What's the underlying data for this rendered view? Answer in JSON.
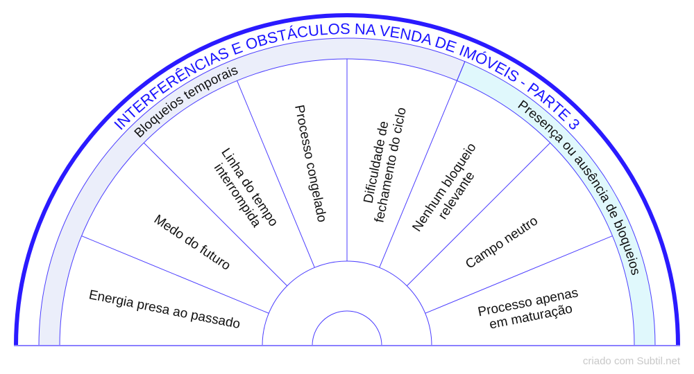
{
  "title": "INTERFERÊNCIAS E OBSTÁCULOS NA VENDA DE IMÓVEIS - PARTE 3",
  "groups": [
    {
      "label": "Bloqueios temporais",
      "color": "#ebeefa"
    },
    {
      "label": "Presença ou ausência de bloqueios",
      "color": "#e0f8fc"
    }
  ],
  "sectors": [
    {
      "lines": [
        "Energia presa ao passado"
      ]
    },
    {
      "lines": [
        "Medo do futuro"
      ]
    },
    {
      "lines": [
        "Linha do tempo",
        "interrompida"
      ]
    },
    {
      "lines": [
        "Processo congelado"
      ]
    },
    {
      "lines": [
        "Dificuldade de",
        "fechamento do ciclo"
      ]
    },
    {
      "lines": [
        "Nenhum bloqueio",
        "relevante"
      ]
    },
    {
      "lines": [
        "Campo neutro"
      ]
    },
    {
      "lines": [
        "Processo apenas",
        "em maturação"
      ]
    }
  ],
  "colors": {
    "stroke": "#2a1aff",
    "thin": "#4a3cff"
  },
  "footer": "criado com Subtil.net"
}
